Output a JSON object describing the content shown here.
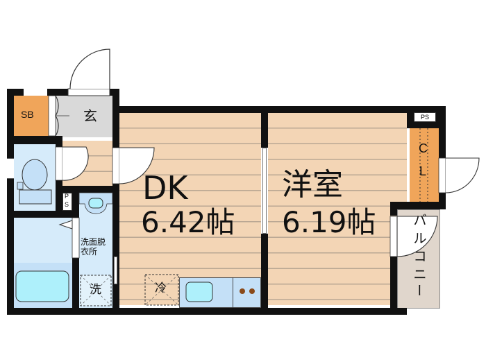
{
  "floor_plan": {
    "rooms": {
      "dk": {
        "name": "DK",
        "area": "6.42帖"
      },
      "western": {
        "name": "洋室",
        "area": "6.19帖"
      },
      "entrance": {
        "name": "玄"
      },
      "shoe_box": {
        "name": "SB"
      },
      "washroom": {
        "line1": "洗面脱",
        "line2": "衣所"
      },
      "washer": {
        "name": "洗"
      },
      "fridge": {
        "name": "冷"
      },
      "closet": {
        "c": "C",
        "l": "L"
      },
      "balcony": {
        "chars": [
          "バ",
          "ル",
          "コ",
          "ニ",
          "ー"
        ]
      },
      "ps_top": {
        "name": "PS"
      },
      "ps_small": {
        "p": "P",
        "s": "S"
      }
    },
    "colors": {
      "wall": "#111111",
      "flooring": "#f3d5b5",
      "entrance": "#d9d9d9",
      "storage": "#f0a55a",
      "wet_area": "#d6ebfa",
      "fixture": "#aef0fb",
      "balcony": "#e0d6cc"
    }
  }
}
